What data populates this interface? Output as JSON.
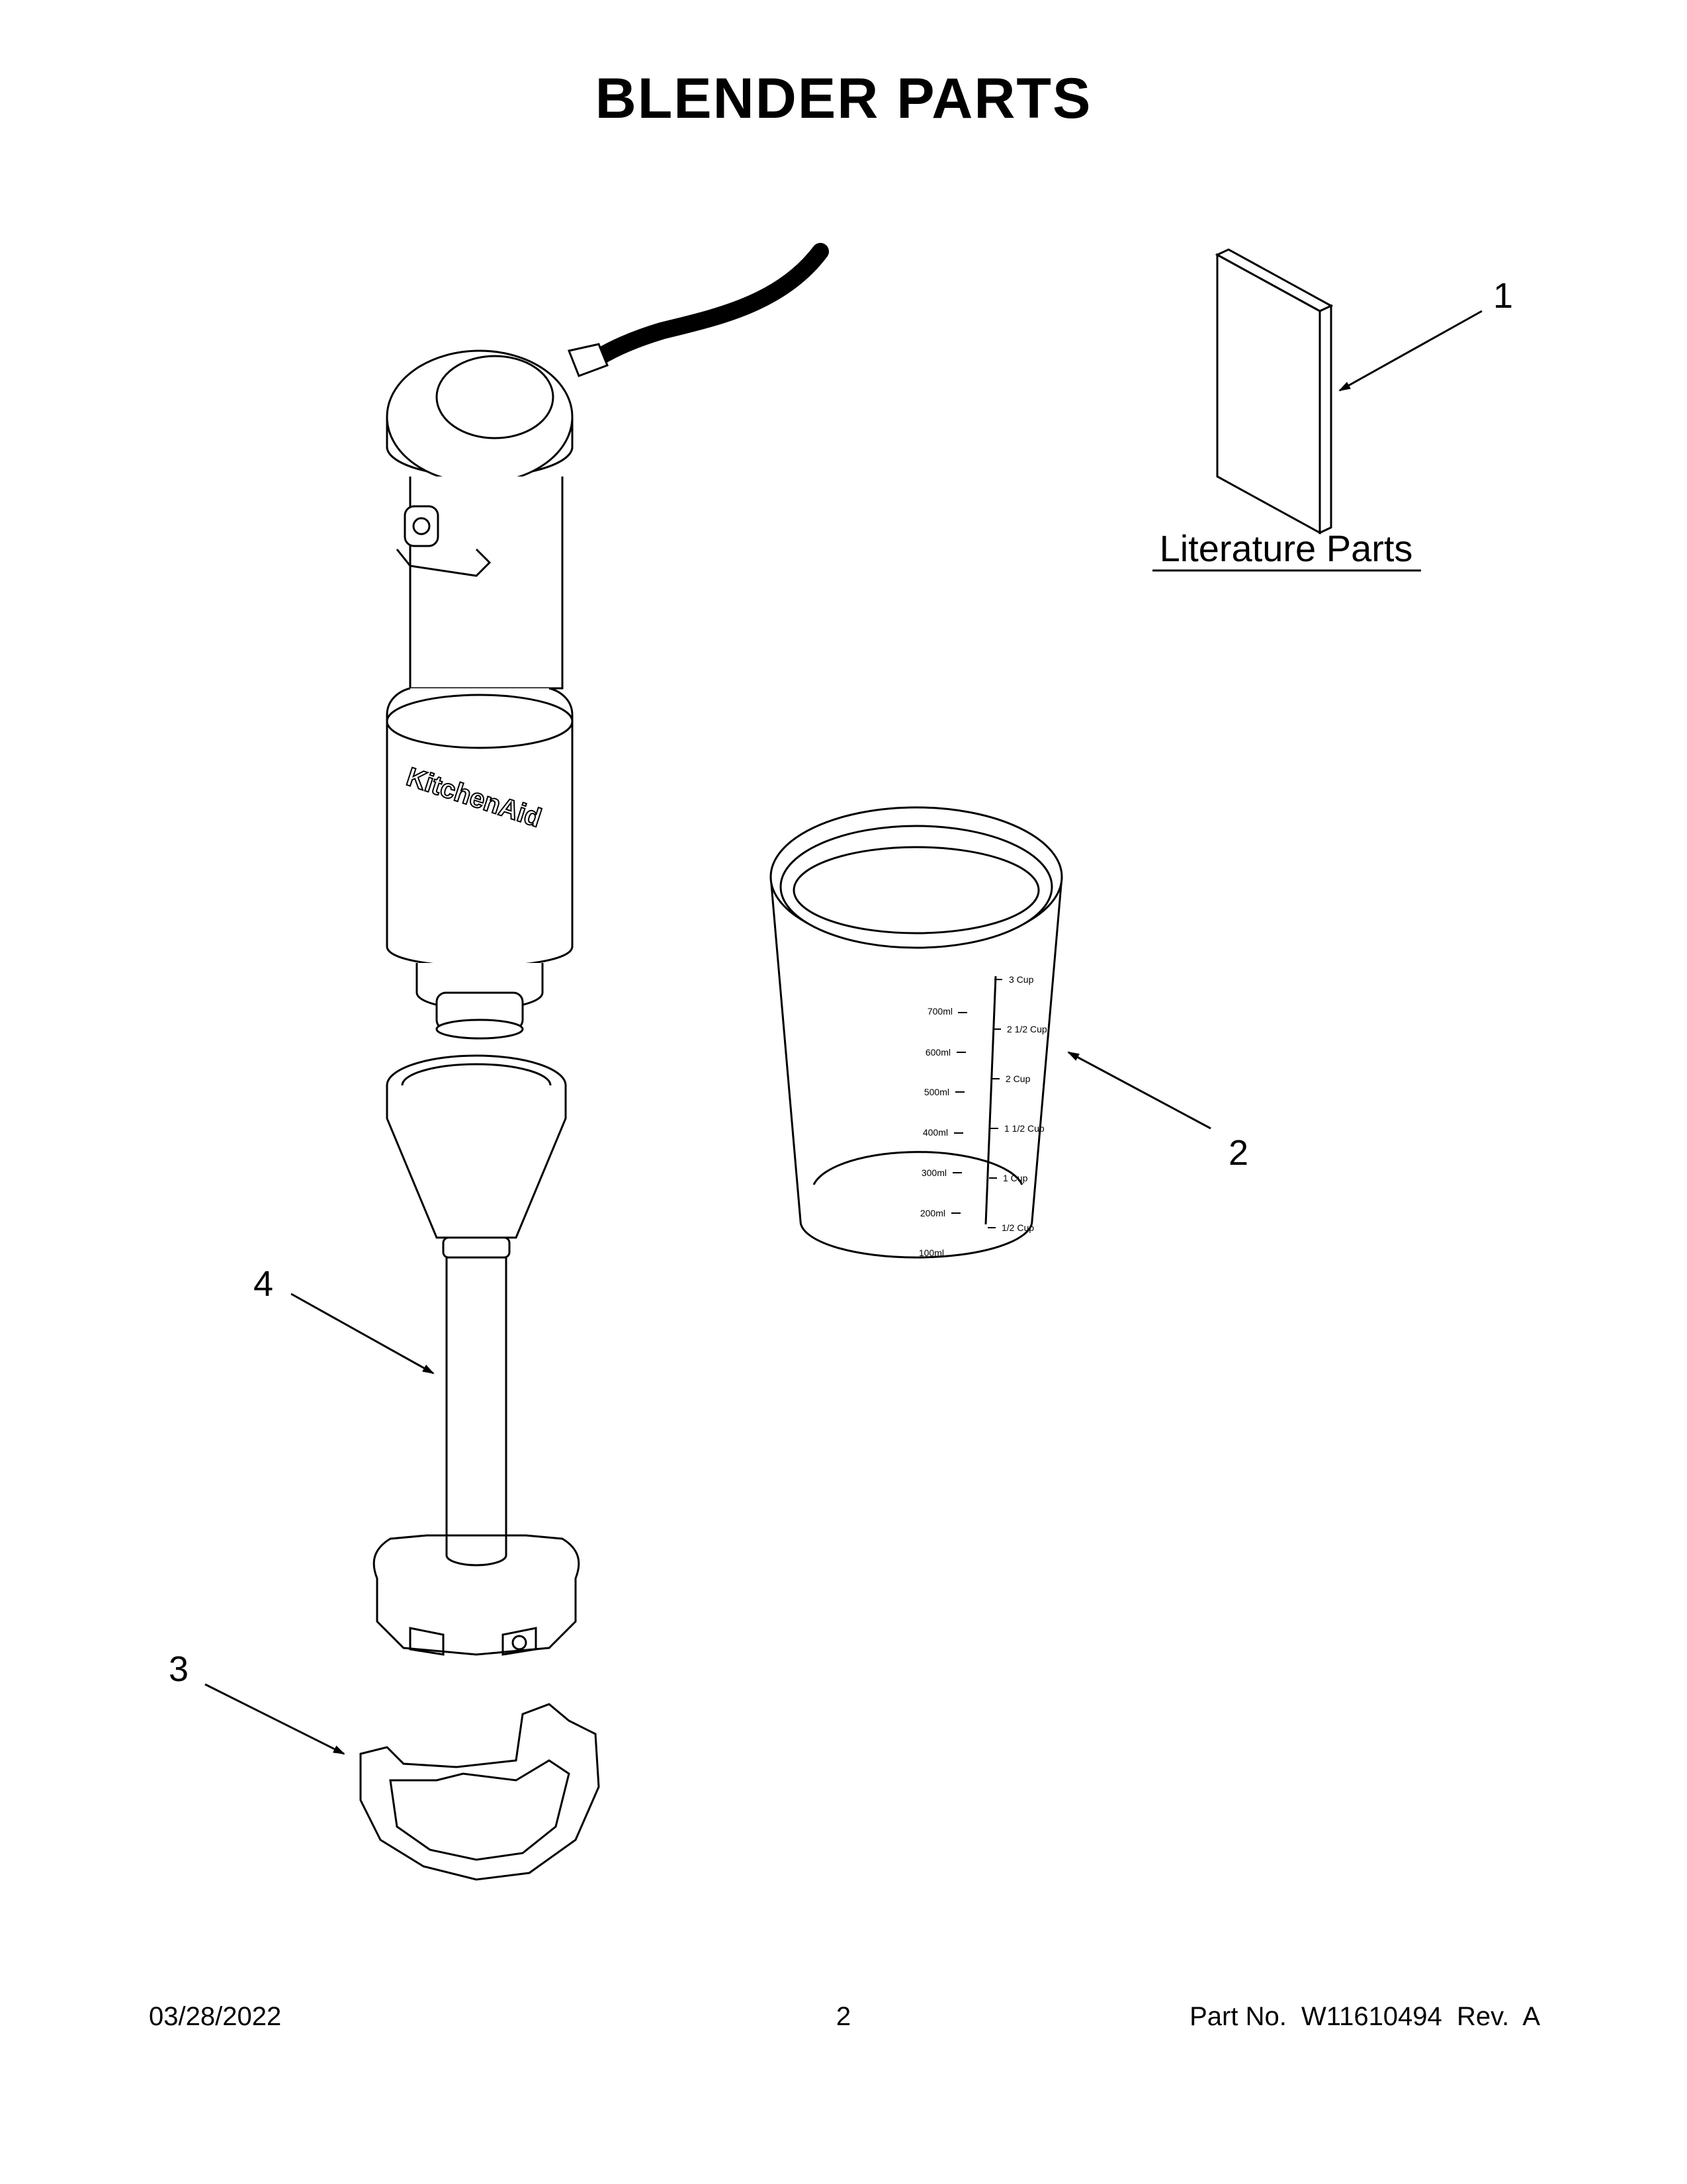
{
  "page": {
    "title": "BLENDER PARTS",
    "footer": {
      "date": "03/28/2022",
      "page_number": "2",
      "part_number": "Part No.  W11610494  Rev.  A"
    }
  },
  "literature": {
    "label": "Literature Parts"
  },
  "callouts": {
    "c1": "1",
    "c2": "2",
    "c3": "3",
    "c4": "4"
  },
  "brand": {
    "logo_text": "KitchenAid"
  },
  "beaker": {
    "ml_marks": [
      "700ml",
      "600ml",
      "500ml",
      "400ml",
      "300ml",
      "200ml",
      "100ml"
    ],
    "cup_marks": [
      "3 Cup",
      "2 1/2 Cup",
      "2 Cup",
      "1 1/2 Cup",
      "1 Cup",
      "1/2 Cup"
    ]
  }
}
